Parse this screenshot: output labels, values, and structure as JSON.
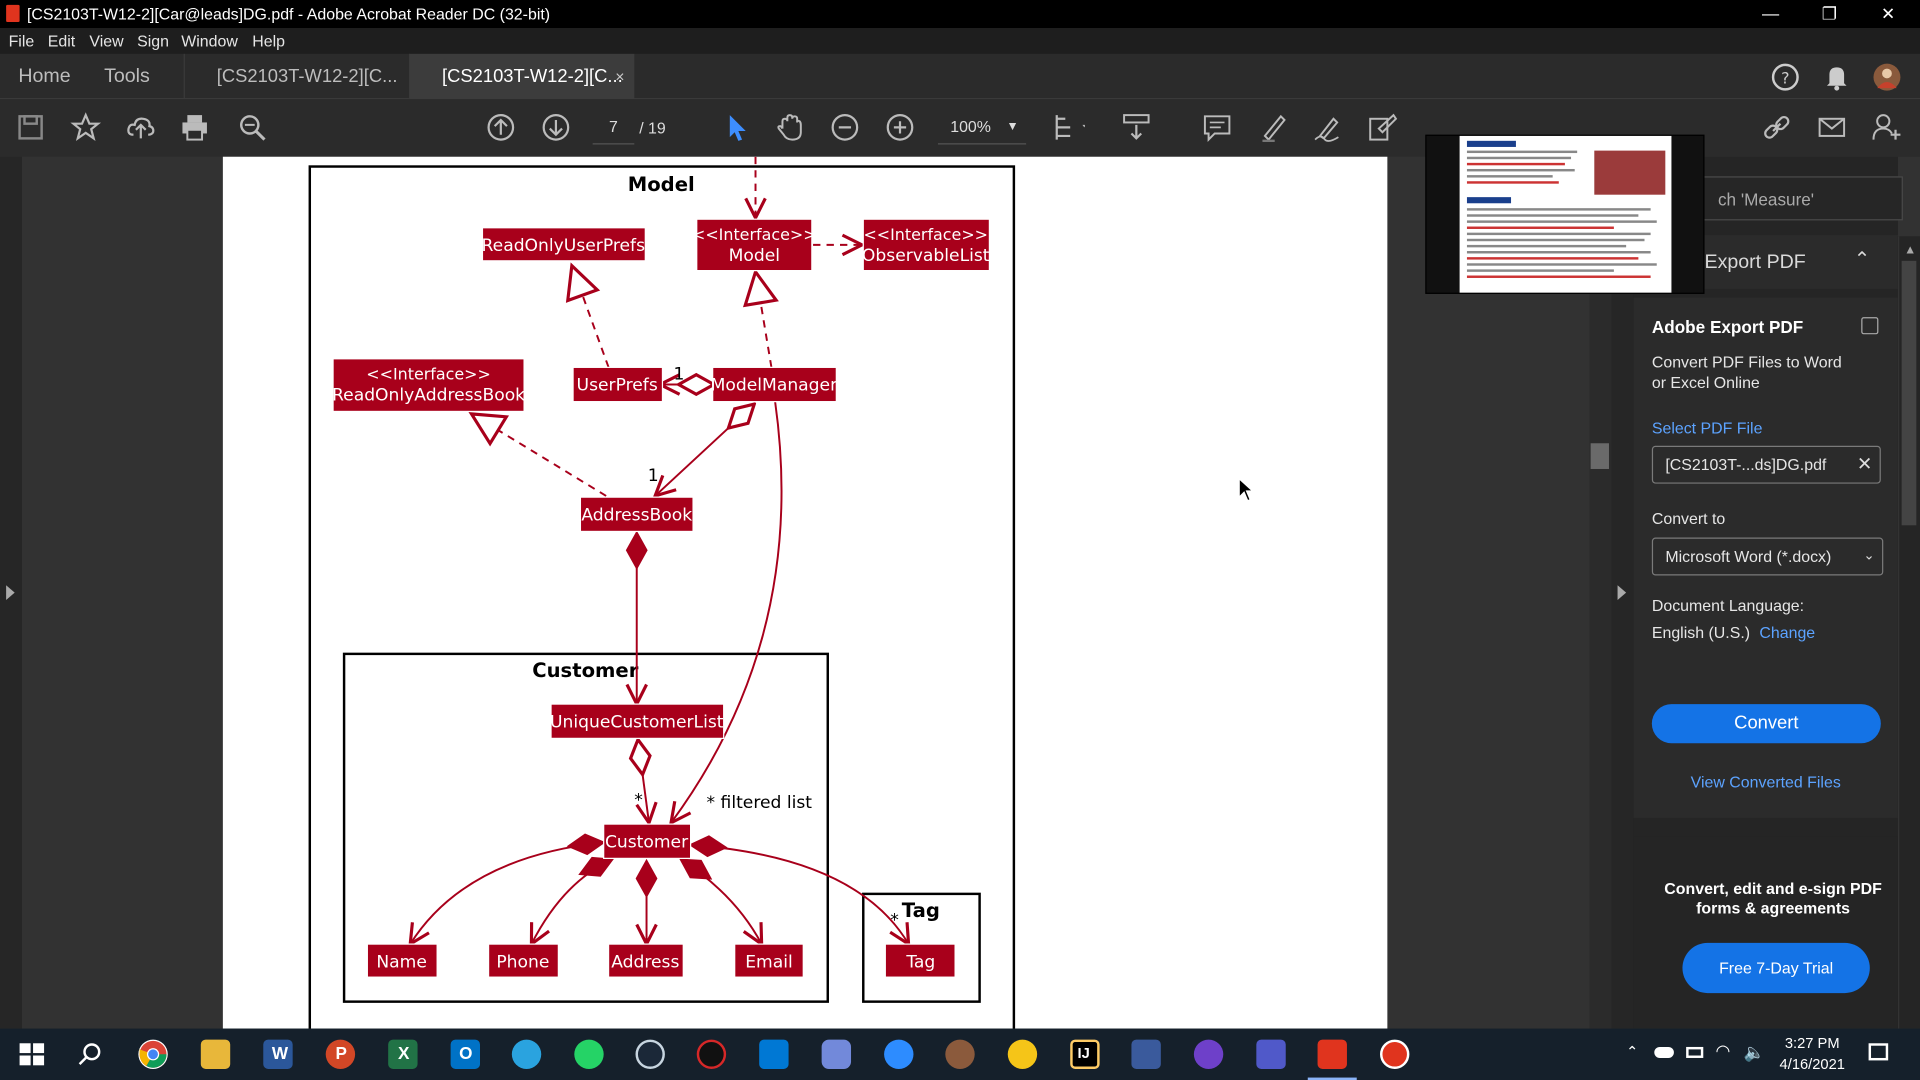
{
  "window": {
    "title": "[CS2103T-W12-2][Car@leads]DG.pdf - Adobe Acrobat Reader DC (32-bit)",
    "min_glyph": "—",
    "restore_glyph": "❐",
    "close_glyph": "✕"
  },
  "menu": [
    "File",
    "Edit",
    "View",
    "Sign",
    "Window",
    "Help"
  ],
  "tabs": {
    "home": "Home",
    "tools": "Tools",
    "doc1": "[CS2103T-W12-2][C...",
    "doc2": "[CS2103T-W12-2][C...",
    "close": "×"
  },
  "toolbar": {
    "page_current": "7",
    "page_total": "/  19",
    "zoom": "100%"
  },
  "diagram": {
    "package_model": "Model",
    "package_customer": "Customer",
    "package_tag": "Tag",
    "readonly_userprefs": "ReadOnlyUserPrefs",
    "interface_stereo": "<<Interface>>",
    "model": "Model",
    "observable_list": "ObservableList",
    "readonly_addressbook": "ReadOnlyAddressBook",
    "userprefs": "UserPrefs",
    "model_manager": "ModelManager",
    "address_book": "AddressBook",
    "unique_customer_list": "UniqueCustomerList",
    "customer": "Customer",
    "name": "Name",
    "phone": "Phone",
    "address": "Address",
    "email": "Email",
    "tag": "Tag",
    "mult_one": "1",
    "mult_star": "*",
    "filtered_list": "* filtered list"
  },
  "right_panel": {
    "search_placeholder": "ch 'Measure'",
    "section_header": "Export PDF",
    "title": "Adobe Export PDF",
    "desc": "Convert PDF Files to Word or Excel Online",
    "select_label": "Select PDF File",
    "file_name": "[CS2103T-...ds]DG.pdf",
    "convert_to_label": "Convert to",
    "convert_to_value": "Microsoft Word (*.docx)",
    "doc_lang_label": "Document Language:",
    "doc_lang_value": "English (U.S.)",
    "change_link": "Change",
    "convert_button": "Convert",
    "view_converted": "View Converted Files",
    "promo_text": "Convert, edit and e-sign PDF forms & agreements",
    "trial_button": "Free 7-Day Trial"
  },
  "taskbar": {
    "time": "3:27 PM",
    "date": "4/16/2021"
  },
  "colors": {
    "accent": "#1473e6",
    "uml_fill": "#a8001b",
    "taskbar": "#15202b"
  }
}
